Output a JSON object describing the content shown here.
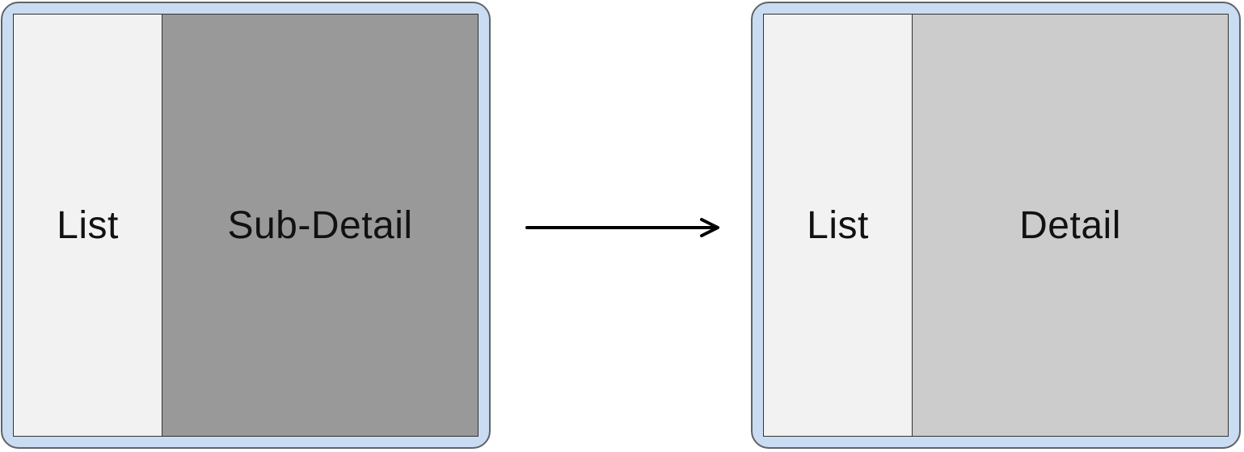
{
  "colors": {
    "frame": "#c9dcf2",
    "list_pane": "#f2f2f2",
    "sub_detail_pane": "#999999",
    "detail_pane": "#cccccc",
    "arrow": "#000000"
  },
  "before": {
    "list_label": "List",
    "detail_label": "Sub-Detail"
  },
  "after": {
    "list_label": "List",
    "detail_label": "Detail"
  }
}
